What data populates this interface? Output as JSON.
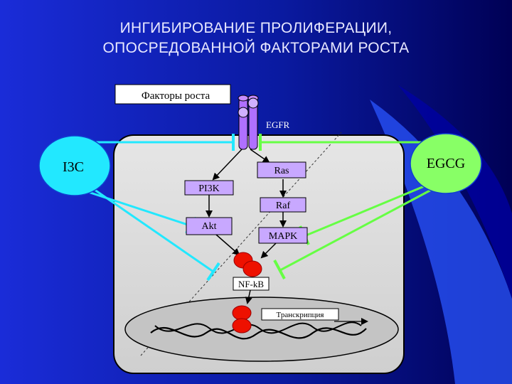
{
  "title": {
    "line1": "ИНГИБИРОВАНИЕ ПРОЛИФЕРАЦИИ,",
    "line2": "ОПОСРЕДОВАННОЙ ФАКТОРАМИ РОСТА"
  },
  "nodes": {
    "growth_factors": "Факторы роста",
    "egfr": "EGFR",
    "i3c": "I3C",
    "egcg": "EGCG",
    "ras": "Ras",
    "pi3k": "PI3K",
    "raf": "Raf",
    "akt": "Akt",
    "mapk": "MAPK",
    "nfkb": "NF-kB",
    "transcription": "Транскрипция"
  },
  "colors": {
    "background_left": "#1a2cd8",
    "background_right": "#000066",
    "cell": "#dcdcdc",
    "i3c_fill": "#22e8ff",
    "i3c_line": "#22e8ff",
    "egcg_fill": "#88ff66",
    "egcg_line": "#66ff44",
    "pathway_box": "#c8a8ff",
    "receptor": "#b070ff",
    "nfkb_dots": "#ee1100"
  }
}
